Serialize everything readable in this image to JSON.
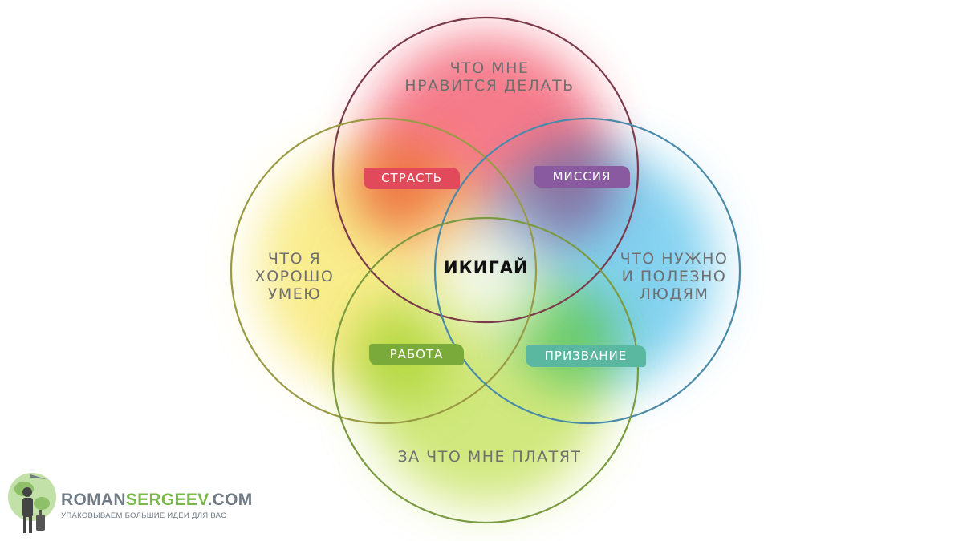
{
  "circles": {
    "top": {
      "label": "ЧТО МНЕ\nНРАВИТСЯ ДЕЛАТЬ",
      "stroke": "#7a3a4a",
      "fill": "#f0364e"
    },
    "left": {
      "label": "ЧТО Я\nХОРОШО\nУМЕЮ",
      "stroke": "#9a9a45",
      "fill": "#f4e040"
    },
    "right": {
      "label": "ЧТО НУЖНО\nИ ПОЛЕЗНО\nЛЮДЯМ",
      "stroke": "#4a8aa8",
      "fill": "#32b4e6"
    },
    "bottom": {
      "label": "ЗА ЧТО МНЕ ПЛАТЯТ",
      "stroke": "#7a9a40",
      "fill": "#b8dc38"
    }
  },
  "center": {
    "label": "ИКИГАЙ"
  },
  "tags": {
    "passion": {
      "label": "СТРАСТЬ",
      "color": "#e04a5a"
    },
    "mission": {
      "label": "МИССИЯ",
      "color": "#8a5aa0"
    },
    "profession": {
      "label": "РАБОТА",
      "color": "#7aaa3a"
    },
    "vocation": {
      "label": "ПРИЗВАНИЕ",
      "color": "#5ab8a0"
    }
  },
  "brand": {
    "name_part1": "ROMAN",
    "name_part2": "SERGEEV",
    "name_part3": ".COM",
    "tagline": "УПАКОВЫВАЕМ БОЛЬШИЕ ИДЕИ ДЛЯ ВАС",
    "accent": "#7ab84a"
  }
}
